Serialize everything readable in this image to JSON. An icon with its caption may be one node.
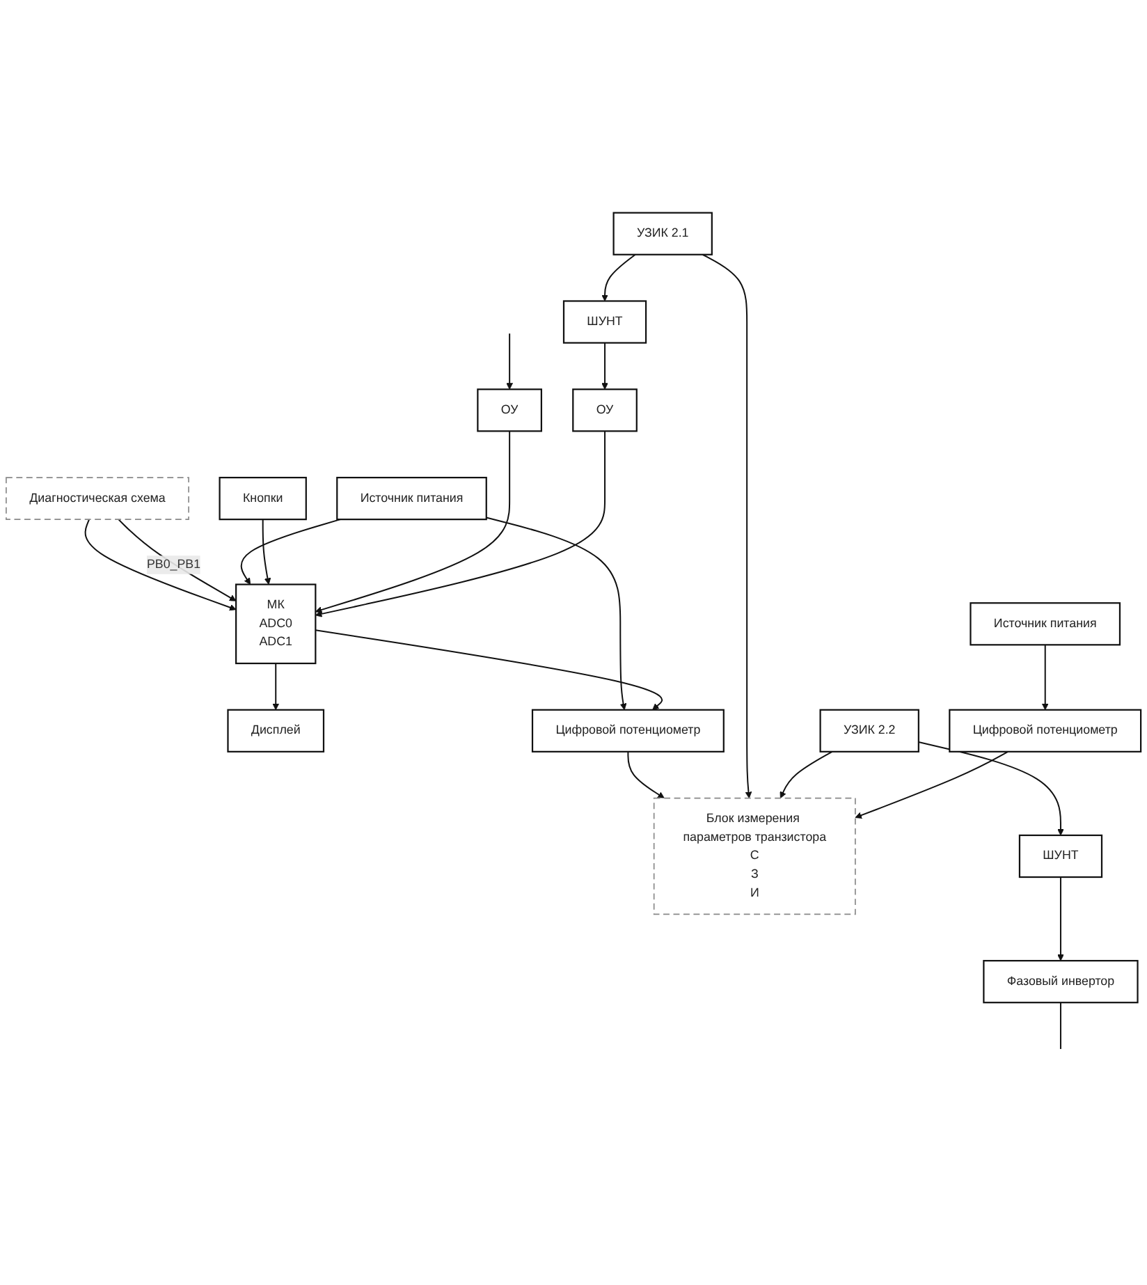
{
  "diagram": {
    "nodes": [
      {
        "text": [
          "Диагностическая схема"
        ]
      },
      {
        "text": [
          "Источник питания"
        ]
      },
      {
        "text": [
          "МК",
          "ADC0",
          "ADC1"
        ]
      },
      {
        "text": [
          "Дисплей"
        ]
      },
      {
        "text": [
          "Кнопки"
        ]
      },
      {
        "text": [
          "Цифровой потенциометр"
        ]
      },
      {
        "text": [
          "ОУ"
        ]
      },
      {
        "text": [
          "ОУ"
        ]
      },
      {
        "text": [
          "Блок измерения параметров транзистора",
          "С",
          "З",
          "И"
        ]
      },
      {
        "text": [
          "УЗИК 2.1"
        ]
      },
      {
        "text": [
          "ШУНТ"
        ]
      },
      {
        "text": [
          "УЗИК 2.2"
        ]
      },
      {
        "text": [
          "ШУНТ"
        ]
      },
      {
        "text": [
          "Фазовый инвертор"
        ]
      },
      {
        "text": [
          "Цифровой потенциометр"
        ]
      },
      {
        "text": [
          "Источник питания"
        ]
      }
    ],
    "edges": [
      {
        "from": 0,
        "to": 2,
        "arrow": "to"
      },
      {
        "from": 0,
        "to": 2,
        "arrow": "to",
        "label": "PB0_PB1"
      },
      {
        "from": 1,
        "to": 2,
        "arrow": "to"
      },
      {
        "from": 1,
        "to": 5,
        "arrow": "to"
      },
      {
        "from": 2,
        "to": 5,
        "arrow": "to"
      },
      {
        "from": 2,
        "to": 3,
        "arrow": "to"
      },
      {
        "from": 4,
        "to": 2,
        "arrow": "to"
      },
      {
        "from": 6,
        "to": 2,
        "arrow": "to"
      },
      {
        "from": 7,
        "to": 2,
        "arrow": "to"
      },
      {
        "from": null,
        "to": 6,
        "arrow": "to"
      },
      {
        "from": 5,
        "to": 8,
        "arrow": "to"
      },
      {
        "from": 9,
        "to": 8,
        "arrow": "to"
      },
      {
        "from": 11,
        "to": 8,
        "arrow": "to"
      },
      {
        "from": 14,
        "to": 8,
        "arrow": "to"
      },
      {
        "from": 9,
        "to": 10,
        "arrow": "to"
      },
      {
        "from": 10,
        "to": 7,
        "arrow": "to"
      },
      {
        "from": 11,
        "to": 12,
        "arrow": "to"
      },
      {
        "from": 12,
        "to": 13,
        "arrow": "to"
      },
      {
        "from": 13,
        "to": null,
        "arrow": "none"
      },
      {
        "from": 15,
        "to": 14,
        "arrow": "to"
      }
    ]
  }
}
